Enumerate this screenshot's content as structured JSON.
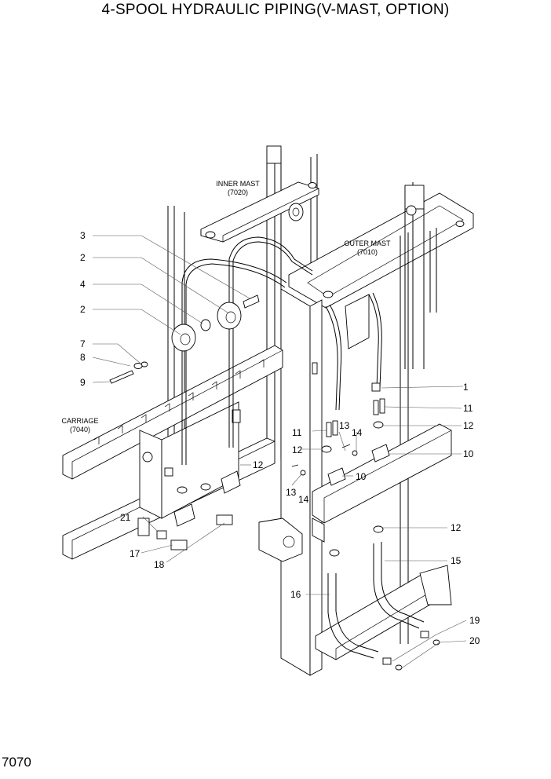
{
  "title": "4-SPOOL HYDRAULIC PIPING(V-MAST, OPTION)",
  "page_number": "7070",
  "assemblies": [
    {
      "name": "INNER MAST",
      "code": "(7020)"
    },
    {
      "name": "OUTER MAST",
      "code": "(7010)"
    },
    {
      "name": "CARRIAGE",
      "code": "(7040)"
    }
  ],
  "callouts": [
    "3",
    "2",
    "4",
    "2",
    "7",
    "8",
    "9",
    "1",
    "11",
    "12",
    "10",
    "11",
    "13",
    "14",
    "12",
    "13",
    "14",
    "10",
    "12",
    "21",
    "17",
    "18",
    "12",
    "15",
    "16",
    "19",
    "20"
  ]
}
